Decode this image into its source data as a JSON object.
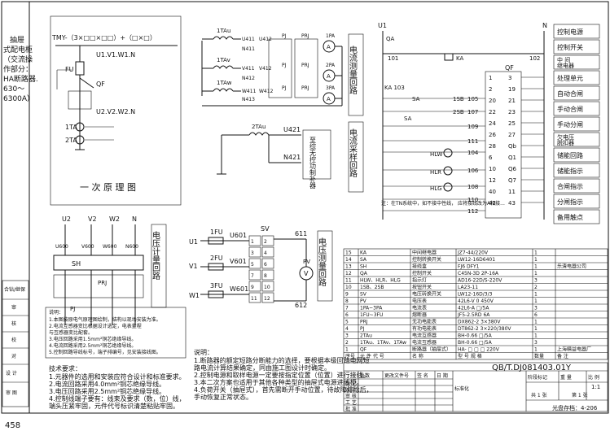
{
  "page_number": "458",
  "left_label": [
    "抽屉",
    "式配电柜",
    "（交流操",
    "作部分：",
    "HA断路器.",
    "630～",
    "6300A）"
  ],
  "left_header_rows": [
    "合钻/继保",
    "审",
    "核",
    "校",
    "对",
    "设 计",
    "审 图"
  ],
  "primary": {
    "top_formula": "TMY-（3×□□×□□）+（□×□）",
    "bus_top": "U1.V1.W1.N",
    "bus_bottom": "U2.V2.W2.N",
    "labels": {
      "fu": "FU",
      "qf": "QF",
      "ta1": "1TA",
      "ta2": "2TA"
    },
    "caption": "一 次 原 理 图"
  },
  "ct_section": {
    "rows": [
      {
        "ta": "1TAu",
        "n_in": "U411",
        "n_out": "N411",
        "pj": "PJ",
        "prj": "PRJ",
        "pa": "1PA",
        "a": "A",
        "u": "U412"
      },
      {
        "ta": "1TAv",
        "n_in": "V411",
        "n_out": "N412",
        "pj": "PJ",
        "prj": "PRJ",
        "pa": "2PA",
        "a": "A",
        "u": "V412"
      },
      {
        "ta": "1TAw",
        "n_in": "W411",
        "n_out": "N413",
        "pj": "PJ",
        "prj": "PRJ",
        "pa": "3PA",
        "a": "A",
        "u": "W412"
      }
    ],
    "mid_labels": [
      "U412",
      "V412",
      "W412"
    ],
    "right_title": "电流测量回路",
    "ta2": "2TAu",
    "u421": "U421",
    "n421": "N421",
    "ctrl_box": "至综无控功制补器",
    "sample_title": "电流采样回路"
  },
  "voltage_meter": {
    "top_labels": [
      "U2",
      "V2",
      "W2",
      "N"
    ],
    "sh": "SH",
    "prj": "PRJ",
    "pj": "PJ",
    "bottom_tags": [
      "U600",
      "V600",
      "W600",
      "N600"
    ],
    "right_title": "电压计量回路"
  },
  "voltage_measure": {
    "phases": [
      "U1",
      "V1",
      "W1"
    ],
    "fuses": [
      "1FU",
      "2FU",
      "3FU"
    ],
    "nodes": [
      "U601",
      "V601",
      "W601"
    ],
    "sv": "SV",
    "n611": "611",
    "n612": "612",
    "pv": "PV",
    "v": "V",
    "sw_nums": [
      "1",
      "2",
      "3",
      "4",
      "5",
      "6",
      "7",
      "8",
      "9",
      "10",
      "11",
      "12"
    ],
    "right_title": "电压测量回路"
  },
  "control": {
    "u1": "U1",
    "n": "N",
    "qa": "QA",
    "n101": "101",
    "n102": "102",
    "ka": "KA",
    "qf": "QF",
    "ka103": "KA 103",
    "sa": "SA",
    "sb1": "1SB",
    "sb2": "2SB",
    "sa2": "SA",
    "hlw": "HLW",
    "hlr": "HLR",
    "hlg": "HLG",
    "left_nums": [
      "105",
      "107",
      "109",
      "111",
      "104",
      "106",
      "108",
      "110",
      "112"
    ],
    "terminal_nums": [
      "1",
      "2",
      "3",
      "20",
      "22",
      "24",
      "26",
      "28",
      "6",
      "10",
      "12",
      "40",
      "42",
      "19",
      "21",
      "23",
      "25",
      "27",
      "Qb",
      "Q1",
      "Q6",
      "Q7",
      "11",
      "43"
    ],
    "note": "注：在TN系统中，如不接中性线，\n应将接线改为A相接...",
    "side_labels": [
      "控制电源",
      "控制开关",
      "中 间\n继电器",
      "处理单元",
      "自动合闸",
      "手动合闸",
      "手动分闸",
      "欠电压\n脱扣器",
      "储能回路",
      "储能指示",
      "合闸指示",
      "分闸指示",
      "备用触点"
    ]
  },
  "bom": {
    "rows": [
      {
        "no": "15",
        "code": "KA",
        "name": "中间继电器",
        "model": "JZ7-44/220V",
        "qty": "1",
        "note": ""
      },
      {
        "no": "14",
        "code": "SA",
        "name": "控制转换开关",
        "model": "LW12-16D6401",
        "qty": "1",
        "note": ""
      },
      {
        "no": "13",
        "code": "SH",
        "name": "接线盒",
        "model": "FJ6 DFY1",
        "qty": "1",
        "note": "乐清电器公司"
      },
      {
        "no": "12",
        "code": "QA",
        "name": "控制开关",
        "model": "C45N-3D 2P-16A",
        "qty": "1",
        "note": ""
      },
      {
        "no": "11",
        "code": "HLW、HLR、HLG",
        "name": "指示灯",
        "model": "AD16-22D/S-220V",
        "qty": "3",
        "note": ""
      },
      {
        "no": "10",
        "code": "1SB、2SB",
        "name": "按钮开关",
        "model": "LA23-11",
        "qty": "2",
        "note": ""
      },
      {
        "no": "9",
        "code": "SV",
        "name": "电压转换开关",
        "model": "LW12-16D/3/3",
        "qty": "1",
        "note": ""
      },
      {
        "no": "8",
        "code": "PV",
        "name": "电压表",
        "model": "42L6-V 0 450V",
        "qty": "1",
        "note": ""
      },
      {
        "no": "7",
        "code": "1PA~3PA",
        "name": "电流表",
        "model": "42L6-A □/5A",
        "qty": "3",
        "note": ""
      },
      {
        "no": "6",
        "code": "1FU~3FU",
        "name": "熔断器",
        "model": "JF5-2.5RD 6A",
        "qty": "6",
        "note": ""
      },
      {
        "no": "5",
        "code": "PRJ",
        "name": "无功电能表",
        "model": "DX862-2 3×380V",
        "qty": "1",
        "note": ""
      },
      {
        "no": "4",
        "code": "PJ",
        "name": "有功电能表",
        "model": "DT862-2 3×220/380V",
        "qty": "1",
        "note": ""
      },
      {
        "no": "3",
        "code": "2TAu",
        "name": "电流互感器",
        "model": "BH-0.66 □/5A",
        "qty": "1",
        "note": ""
      },
      {
        "no": "2",
        "code": "1TAu、1TAv、1TAw",
        "name": "电流互感器",
        "model": "BH-0.66 □/5A",
        "qty": "3",
        "note": ""
      },
      {
        "no": "1",
        "code": "QF",
        "name": "断路器（抽屉式）",
        "model": "HA- □ □ □ 220V",
        "qty": "1",
        "note": "上海精益电器厂"
      }
    ],
    "header": {
      "no": "序号",
      "code": "元 件 代 号",
      "name": "名 称",
      "model": "型 号 规 格",
      "qty": "数量",
      "note": "备 注"
    }
  },
  "notes": {
    "left_title": "说明：",
    "left_lines": [
      "1.本图按原电气原理图绘制，结构以现场安装为准。",
      "2.电流互感器变比根据设计选定，电表量程",
      "  与互感器变比配套。",
      "3.电压回路采用1.5mm²铜芯绝缘导线。",
      "4.电流回路采用2.5mm²铜芯绝缘导线。",
      "5.控制回路导线标号，端子排编号，见安装接线图。"
    ],
    "tech_title": "技术要求：",
    "tech_lines": [
      "1.元器件的选用和安装应符合设计和标准要求。",
      "2.电流回路采用4.0mm²铜芯绝缘导线。",
      "3.电压回路采用2.5mm²铜芯绝缘导线。",
      "4.控制线端子要有：线束及要求（数，位）线，",
      "  端头压紧牢固，元件代号标识清楚粘贴牢固。"
    ],
    "mid_title": "说明：",
    "mid_lines": [
      "1.断路器的额定短路分断能力的选择，要根据本级回路电网短",
      "  路电流计算结果确定，同由施工图设计时确定。",
      "2.控制电源和取样电源一定要按指定位置（位置）进行接线。",
      "3.本二次方案也适用于其他各种类型的抽屉式电源进线柜。",
      "4.负荷开关（抽屉式），首先需断开手动位置，待故障排除后，",
      "  手动恢复正常状态。"
    ]
  },
  "title_block": {
    "drawing_no": "QB/T.DJ081403.01Y",
    "rows": [
      "标 记",
      "设 计",
      "审 核",
      "工 艺",
      "批 准"
    ],
    "col_heads": [
      "处数",
      "更改文件号",
      "签 名",
      "日 期"
    ],
    "labels": {
      "stage": "阶段标记",
      "weight": "重 量",
      "scale": "比 例",
      "sheet": "共 1 张",
      "sheet2": "第 1 张",
      "std": "标准化"
    },
    "scale_val": "1:1",
    "code": "光盘存档：4-206"
  }
}
